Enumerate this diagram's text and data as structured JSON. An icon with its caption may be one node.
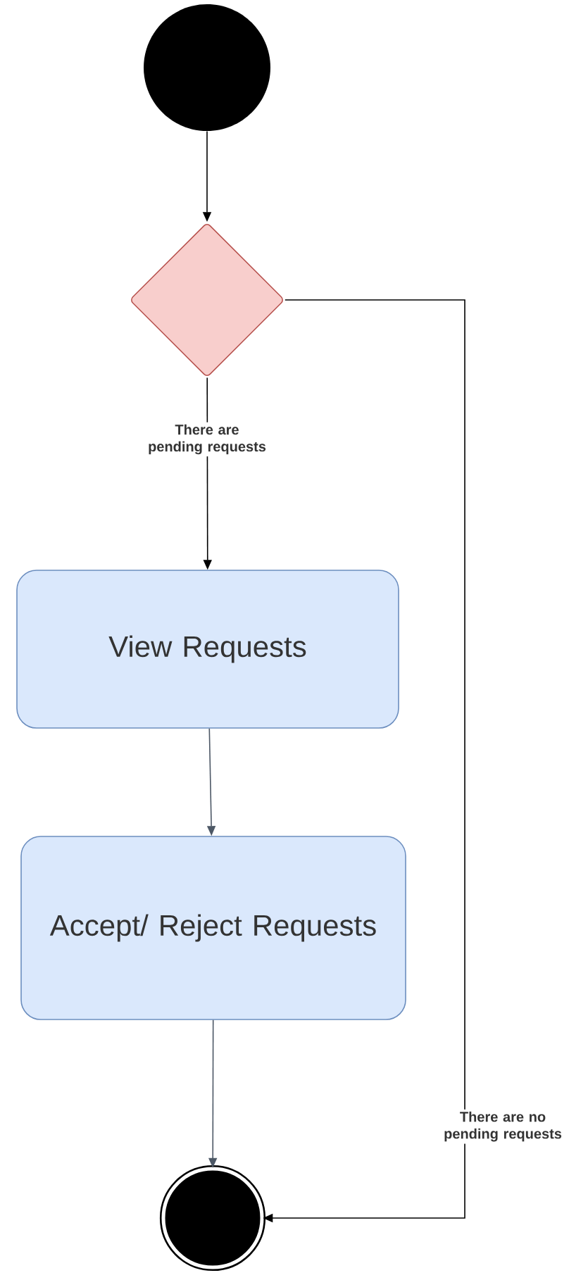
{
  "diagram": {
    "nodes": [
      {
        "text": [],
        "shape": "circle"
      },
      {
        "text": [],
        "shape": "diamond"
      },
      {
        "text": [
          "View Requests"
        ]
      },
      {
        "text": [
          "Accept/ Reject Requests"
        ]
      },
      {
        "text": [],
        "shape": "circle"
      }
    ],
    "edges": [
      {
        "from": 0,
        "to": 1,
        "arrow": "to"
      },
      {
        "from": 1,
        "to": 2,
        "arrow": "to",
        "label": "There are pending requests"
      },
      {
        "from": 2,
        "to": 3,
        "arrow": "to",
        "color": "#4d5866"
      },
      {
        "from": 3,
        "to": 4,
        "arrow": "to",
        "color": "#4d5866"
      },
      {
        "from": 1,
        "to": 4,
        "arrow": "to",
        "label": "There are no pending requests"
      }
    ]
  }
}
